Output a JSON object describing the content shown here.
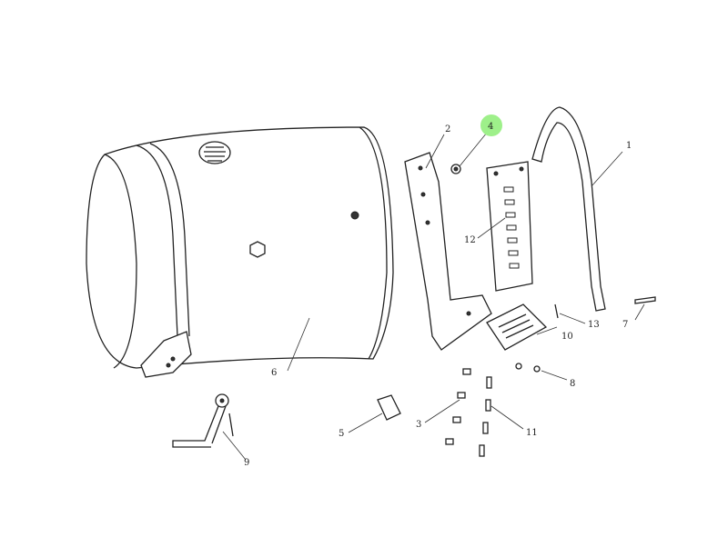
{
  "highlight_color": "#9ef08a",
  "callouts": [
    {
      "id": "1",
      "label": "1"
    },
    {
      "id": "2",
      "label": "2"
    },
    {
      "id": "3",
      "label": "3"
    },
    {
      "id": "4",
      "label": "4"
    },
    {
      "id": "5",
      "label": "5"
    },
    {
      "id": "6",
      "label": "6"
    },
    {
      "id": "7",
      "label": "7"
    },
    {
      "id": "8",
      "label": "8"
    },
    {
      "id": "9",
      "label": "9"
    },
    {
      "id": "10",
      "label": "10"
    },
    {
      "id": "11",
      "label": "11"
    },
    {
      "id": "12",
      "label": "12"
    },
    {
      "id": "13",
      "label": "13"
    }
  ]
}
